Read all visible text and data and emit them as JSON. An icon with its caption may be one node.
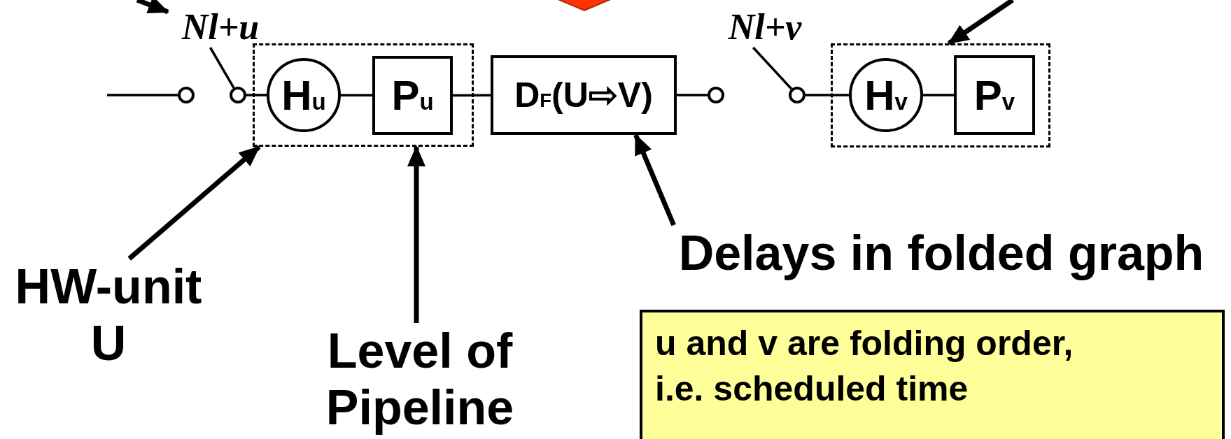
{
  "diagram": {
    "nodes": [
      {
        "text": [
          "Nl+u"
        ]
      },
      {
        "text": [
          "Nl+v"
        ]
      },
      {
        "text": [],
        "shape": "circle"
      },
      {
        "text": [],
        "shape": "circle"
      },
      {
        "text": [],
        "shape": "box"
      },
      {
        "text": [
          "H$_{u}$"
        ],
        "in": 4
      },
      {
        "text": [
          "P$_{u}$"
        ],
        "in": 4
      },
      {
        "text": [
          "D$_{F}$(U⇨V)"
        ]
      },
      {
        "text": [],
        "shape": "circle"
      },
      {
        "text": [],
        "shape": "circle"
      },
      {
        "text": [],
        "shape": "box"
      },
      {
        "text": [
          "H$_{v}$"
        ],
        "in": 10
      },
      {
        "text": [
          "P$_{v}$"
        ],
        "in": 10
      },
      {
        "text": [
          "HW-unit U"
        ]
      },
      {
        "text": [
          "Level of Pipeline"
        ]
      },
      {
        "text": [
          "Delays in folded graph"
        ]
      },
      {
        "text": [
          "u and v are folding order, i.e. scheduled time"
        ]
      }
    ],
    "edges": [
      {
        "from": null,
        "to": 0,
        "arrow": "to",
        "style": "thick"
      },
      {
        "from": null,
        "to": 10,
        "arrow": "to",
        "style": "thick"
      },
      {
        "from": null,
        "to": 2,
        "arrow": "none"
      },
      {
        "from": 0,
        "to": 3,
        "arrow": "none"
      },
      {
        "from": 3,
        "to": 5,
        "arrow": "none"
      },
      {
        "from": 5,
        "to": 6,
        "arrow": "none"
      },
      {
        "from": 6,
        "to": 7,
        "arrow": "none"
      },
      {
        "from": 7,
        "to": 8,
        "arrow": "none"
      },
      {
        "from": 1,
        "to": 9,
        "arrow": "none"
      },
      {
        "from": 9,
        "to": 11,
        "arrow": "none"
      },
      {
        "from": 11,
        "to": 12,
        "arrow": "none"
      },
      {
        "from": 13,
        "to": 4,
        "arrow": "to",
        "style": "thick"
      },
      {
        "from": 14,
        "to": 4,
        "arrow": "to",
        "style": "thick"
      },
      {
        "from": 15,
        "to": 7,
        "arrow": "to",
        "style": "thick"
      }
    ]
  }
}
